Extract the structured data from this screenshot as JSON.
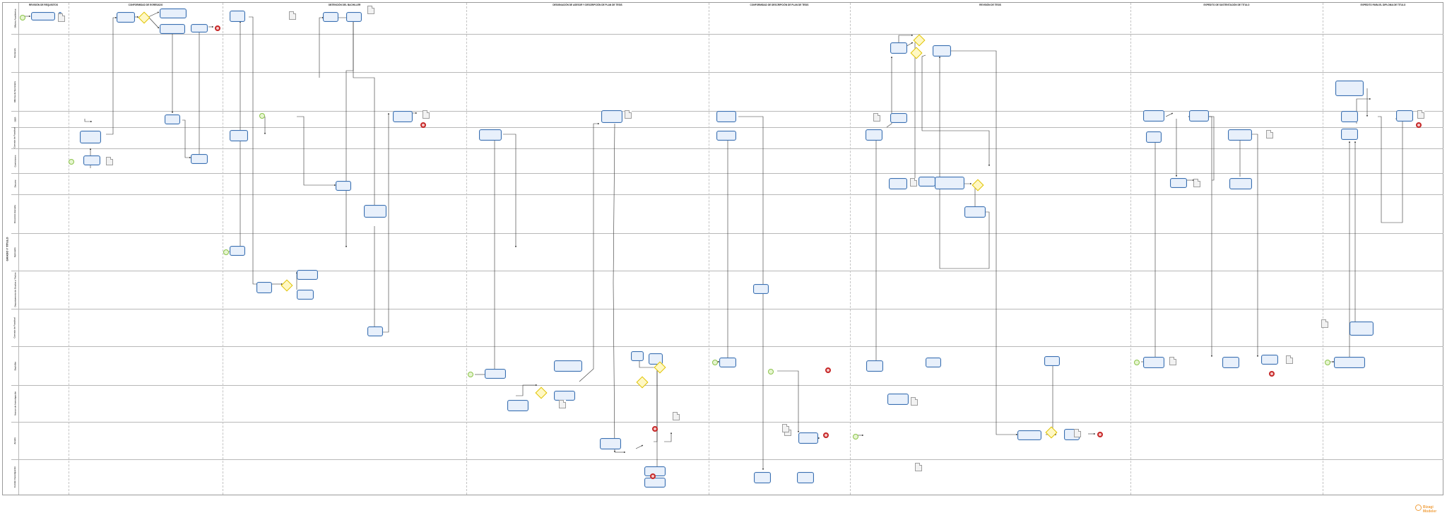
{
  "pool": {
    "title": "GRADO Y TÍTULO"
  },
  "phases": [
    {
      "title": "REVISIÓN DE REQUISITOS"
    },
    {
      "title": "CONFORMIDAD DE EGRESADO"
    },
    {
      "title": "OBTENCIÓN DEL BACHILLER"
    },
    {
      "title": "DESIGNACIÓN DE ASESOR Y DESCRIPCIÓN DE PLAN DE TESIS"
    },
    {
      "title": "CONFORMIDAD DE DESCRIPCIÓN DE PLAN DE TESIS"
    },
    {
      "title": "REVISIÓN DE TESIS"
    },
    {
      "title": "EXPEDITO DE SUSTENTACIÓN DE TITULO"
    },
    {
      "title": "EXPEDITO PARA EL DIPLOMA DE TITULO"
    }
  ],
  "lanes": [
    {
      "label": "Oficina Académica"
    },
    {
      "label": "Decanato"
    },
    {
      "label": "Oficina de Secretaría"
    },
    {
      "label": "OGR"
    },
    {
      "label": "Consejo de Facultad"
    },
    {
      "label": "Comisiones"
    },
    {
      "label": "Decano"
    },
    {
      "label": "Dirección Escuela"
    },
    {
      "label": "Egresado"
    },
    {
      "label": "Departamento de Grados y Títulos"
    },
    {
      "label": "Consejo de Facultad"
    },
    {
      "label": "Bachiller"
    },
    {
      "label": "Asesor de Investigación"
    },
    {
      "label": "Jurado"
    },
    {
      "label": "Comité Investigación"
    }
  ],
  "logo": {
    "text": "Bizagi Modeler"
  }
}
